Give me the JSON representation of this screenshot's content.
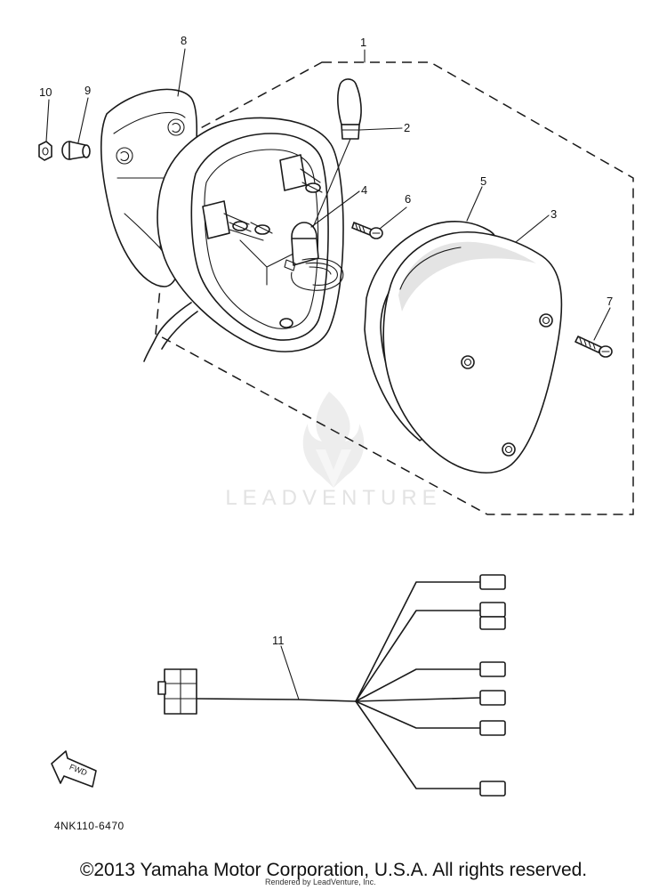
{
  "callouts": [
    {
      "id": "1",
      "label": "1"
    },
    {
      "id": "2",
      "label": "2"
    },
    {
      "id": "3",
      "label": "3"
    },
    {
      "id": "4",
      "label": "4"
    },
    {
      "id": "5",
      "label": "5"
    },
    {
      "id": "6",
      "label": "6"
    },
    {
      "id": "7",
      "label": "7"
    },
    {
      "id": "8",
      "label": "8"
    },
    {
      "id": "9",
      "label": "9"
    },
    {
      "id": "10",
      "label": "10"
    },
    {
      "id": "11",
      "label": "11"
    }
  ],
  "direction_badge": "FWD",
  "watermark": "LEADVENTURE",
  "diagram_code": "4NK110-6470",
  "footer": {
    "copyright": "©2013 Yamaha Motor Corporation, U.S.A. All rights reserved.",
    "rendered_by": "Rendered by LeadVenture, Inc."
  }
}
